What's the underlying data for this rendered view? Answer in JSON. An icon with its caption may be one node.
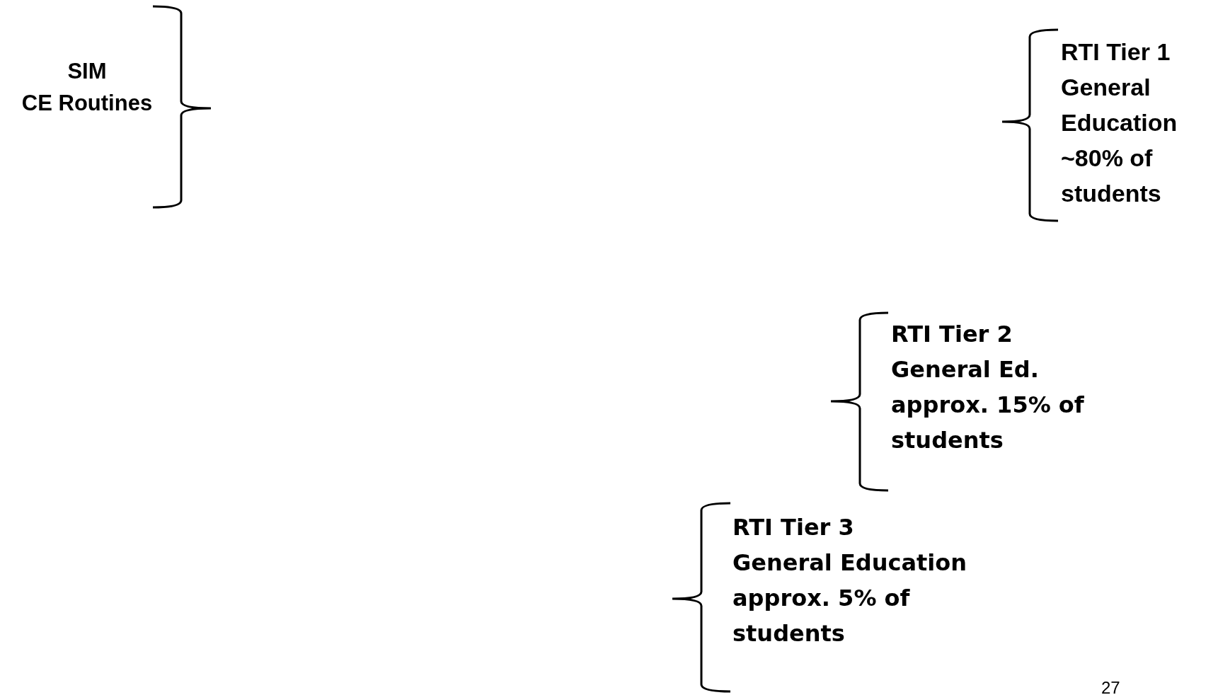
{
  "diagram": {
    "labels": [
      "SIM",
      "CE Routines",
      "RTI Tier 1",
      "General Education",
      "~80% of students",
      "RTI Tier 2",
      "General Ed.",
      "approx. 15% of students",
      "RTI Tier 3",
      "General Education",
      "approx. 5% of students",
      "27"
    ]
  }
}
